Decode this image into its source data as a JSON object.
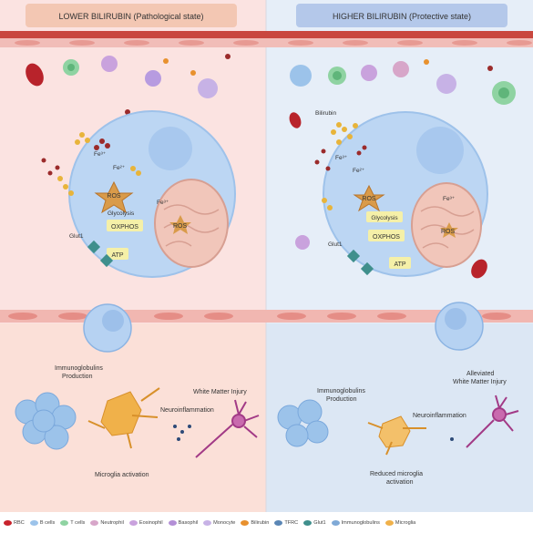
{
  "panels": {
    "left_title": "LOWER BILIRUBIN (Pathological state)",
    "right_title": "HIGHER BILIRUBIN (Protective state)"
  },
  "left_cell": {
    "fe3_top": "Fe³⁺",
    "fe2": "Fe²⁺",
    "ros_main": "ROS",
    "glycolysis": "Glycolysis",
    "oxphos": "OXPHOS",
    "atp": "ATP",
    "glut1": "Glut1",
    "fe3_mito": "Fe³⁺",
    "ros_mito": "ROS"
  },
  "right_cell": {
    "bilirubin": "Bilirubin",
    "fe3_top": "Fe³⁺",
    "fe2": "Fe²⁺",
    "ros_main": "ROS",
    "glycolysis": "Glycolysis",
    "oxphos": "OXPHOS",
    "atp": "ATP",
    "glut1": "Glut1",
    "fe3_mito": "Fe³⁺",
    "ros_mito": "ROS"
  },
  "left_bottom": {
    "immuno_line1": "Immunoglobulins",
    "immuno_line2": "Production",
    "wmi": "White Matter Injury",
    "neuroinflammation": "Neuroinflammation",
    "microglia": "Microglia activation"
  },
  "right_bottom": {
    "immuno_line1": "Immunoglobulins",
    "immuno_line2": "Production",
    "wmi_line1": "Alleviated",
    "wmi_line2": "White Matter Injury",
    "neuroinflammation": "Neuroinflammation",
    "microglia_line1": "Reduced microglia",
    "microglia_line2": "activation"
  },
  "legend": [
    {
      "label": "RBC",
      "color": "#c8232c"
    },
    {
      "label": "B cells",
      "color": "#9cc3ea"
    },
    {
      "label": "T cells",
      "color": "#8fd3a2"
    },
    {
      "label": "Neutrophil",
      "color": "#d7a6c9"
    },
    {
      "label": "Eosinophil",
      "color": "#c9a2dd"
    },
    {
      "label": "Basophil",
      "color": "#b38fd6"
    },
    {
      "label": "Monocyte",
      "color": "#c7b2e6"
    },
    {
      "label": "Bilirubin",
      "color": "#e8912e"
    },
    {
      "label": "TFRC",
      "color": "#5a86b5"
    },
    {
      "label": "Glut1",
      "color": "#3f8f8c"
    },
    {
      "label": "Immunoglobulins",
      "color": "#7fa9d6"
    },
    {
      "label": "Microglia",
      "color": "#f0b14a"
    }
  ],
  "colors": {
    "left_bg": "#fbe3e1",
    "right_bg": "#e4edf8",
    "left_header": "#f3c7b3",
    "right_header": "#b4c8ea",
    "vessel": "#f2bfbc",
    "cell": "#bcd6f3",
    "mito": "#f1c6ba",
    "ros": "#d99b4a",
    "neuron": "#a23a86",
    "microglia": "#f0b14a"
  }
}
